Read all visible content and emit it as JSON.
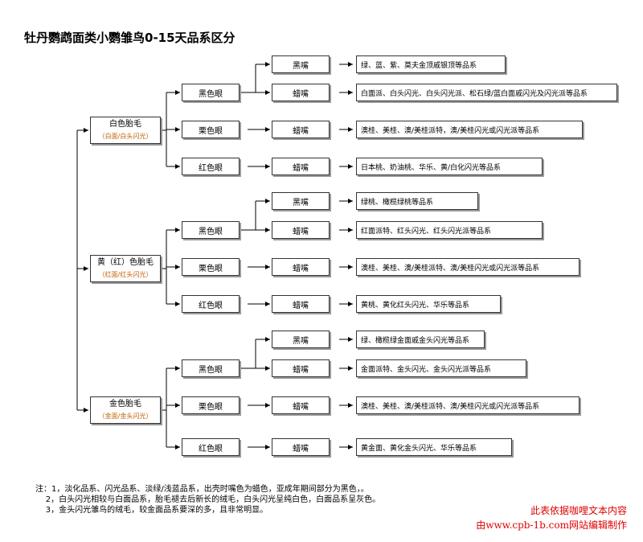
{
  "title": "牡丹鹦鹉面类小鹦雏鸟0-15天品系区分",
  "groups": [
    {
      "down": "白色胎毛",
      "down_sub": "（白面/白头闪光）",
      "eyes": [
        {
          "label": "黑色眼",
          "beaks": [
            {
              "label": "黑嘴",
              "variety": "绿、蓝、紫、莫夫金顶戚银顶等品系"
            },
            {
              "label": "蜡嘴",
              "variety": "白面派、白头闪光、白头闪光派、松石绿/蓝白面戚闪光及闪光派等品系"
            }
          ]
        },
        {
          "label": "栗色眼",
          "beaks": [
            {
              "label": "蜡嘴",
              "variety": "澳桂、美桂、澳/美桂派特，澳/美桂闪光或闪光派等品系"
            }
          ]
        },
        {
          "label": "红色眼",
          "beaks": [
            {
              "label": "蜡嘴",
              "variety": "日本桃、奶油桃、华乐、黄/白化闪光等品系"
            }
          ]
        }
      ]
    },
    {
      "down": "黄（红）色胎毛",
      "down_sub": "（红面/红头闪光）",
      "eyes": [
        {
          "label": "黑色眼",
          "beaks": [
            {
              "label": "黑嘴",
              "variety": "绿桃、橄榄绿桃等品系"
            },
            {
              "label": "蜡嘴",
              "variety": "红面派特、红头闪光、红头闪光派等品系"
            }
          ]
        },
        {
          "label": "栗色眼",
          "beaks": [
            {
              "label": "蜡嘴",
              "variety": "澳桂、美桂、澳/美桂派特、澳/美桂闪光或闪光派等品系"
            }
          ]
        },
        {
          "label": "红色眼",
          "beaks": [
            {
              "label": "蜡嘴",
              "variety": "黄桃、黄化红头闪光、华乐等品系"
            }
          ]
        }
      ]
    },
    {
      "down": "金色胎毛",
      "down_sub": "（金面/金头闪光）",
      "eyes": [
        {
          "label": "黑色眼",
          "beaks": [
            {
              "label": "黑嘴",
              "variety": "绿、橄榄绿金面戚金头闪光等品系"
            },
            {
              "label": "蜡嘴",
              "variety": "金面派特、金头闪光、金头闪光派等品系"
            }
          ]
        },
        {
          "label": "栗色眼",
          "beaks": [
            {
              "label": "蜡嘴",
              "variety": "澳桂、美桂、澳/美桂派特、澳/美桂闪光或闪光派等品系"
            }
          ]
        },
        {
          "label": "红色眼",
          "beaks": [
            {
              "label": "蜡嘴",
              "variety": "黄金面、黄化金头闪光、华乐等品系"
            }
          ]
        }
      ]
    }
  ],
  "notes": [
    "注：1，淡化品系、闪光品系、淡绿/浅蓝品系，出壳时嘴色为蜡色，亚成年期间部分为黑色，。",
    "    2，白头闪光相较与白面品系，胎毛褪去后新长的绒毛，白头闪光呈纯白色，白面品系呈灰色。",
    "    3，金头闪光雏鸟的绒毛，较金面品系要深的多，且非常明显。"
  ],
  "footer": [
    "此表依据咖哩文本内容",
    "由www.cpb-1b.com网站编辑制作"
  ]
}
